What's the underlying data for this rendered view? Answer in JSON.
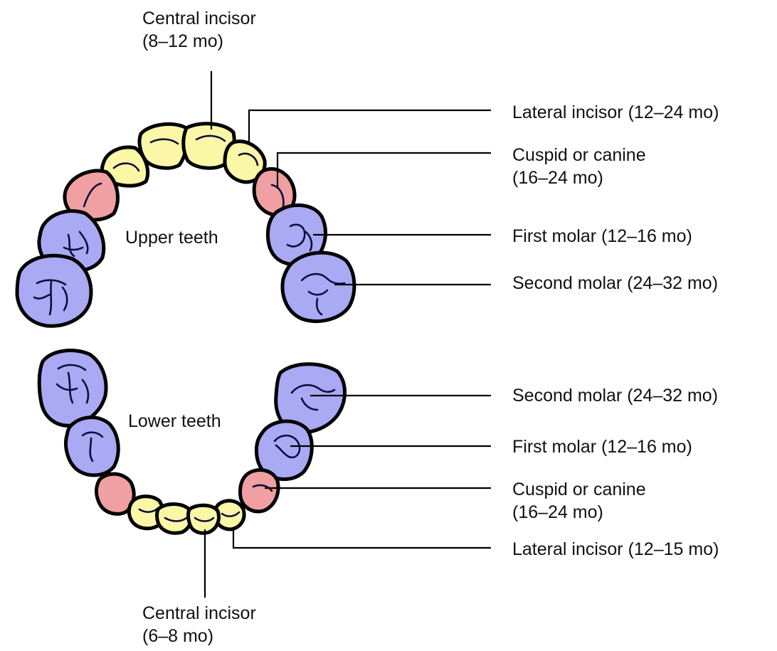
{
  "colors": {
    "incisor": "#fbf7a6",
    "canine": "#f0a0a2",
    "molar": "#a9a9f4",
    "outline": "#000000"
  },
  "upper": {
    "title": "Upper teeth",
    "central_incisor": {
      "name": "Central incisor",
      "age": "(8–12 mo)"
    },
    "lateral_incisor": "Lateral incisor (12–24 mo)",
    "canine": {
      "name": "Cuspid or canine",
      "age": "(16–24 mo)"
    },
    "first_molar": "First molar (12–16 mo)",
    "second_molar": "Second molar (24–32 mo)"
  },
  "lower": {
    "title": "Lower teeth",
    "second_molar": "Second molar (24–32 mo)",
    "first_molar": "First molar (12–16 mo)",
    "canine": {
      "name": "Cuspid or canine",
      "age": "(16–24 mo)"
    },
    "lateral_incisor": "Lateral incisor (12–15 mo)",
    "central_incisor": {
      "name": "Central incisor",
      "age": "(6–8 mo)"
    }
  }
}
